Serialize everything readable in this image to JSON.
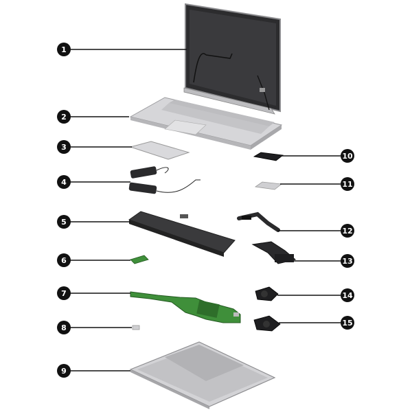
{
  "diagram": {
    "type": "exploded-parts-view",
    "colors": {
      "callout_fill": "#111111",
      "callout_text": "#ffffff",
      "leader_line": "#111111",
      "silver": "#c9c9cc",
      "dark_panel": "#2b2b2d",
      "board_green": "#3f8f3a",
      "battery": "#3a3a3c"
    },
    "callouts": [
      {
        "label": "1",
        "part": "display-assembly"
      },
      {
        "label": "2",
        "part": "top-cover-keyboard"
      },
      {
        "label": "3",
        "part": "touchpad"
      },
      {
        "label": "4",
        "part": "speakers"
      },
      {
        "label": "5",
        "part": "battery"
      },
      {
        "label": "6",
        "part": "small-board"
      },
      {
        "label": "7",
        "part": "system-board"
      },
      {
        "label": "8",
        "part": "small-bracket"
      },
      {
        "label": "9",
        "part": "bottom-cover"
      },
      {
        "label": "10",
        "part": "solid-state-drive"
      },
      {
        "label": "11",
        "part": "drive-bracket"
      },
      {
        "label": "12",
        "part": "heat-pipe"
      },
      {
        "label": "13",
        "part": "heat-sink"
      },
      {
        "label": "14",
        "part": "fan-upper"
      },
      {
        "label": "15",
        "part": "fan-lower"
      }
    ]
  }
}
